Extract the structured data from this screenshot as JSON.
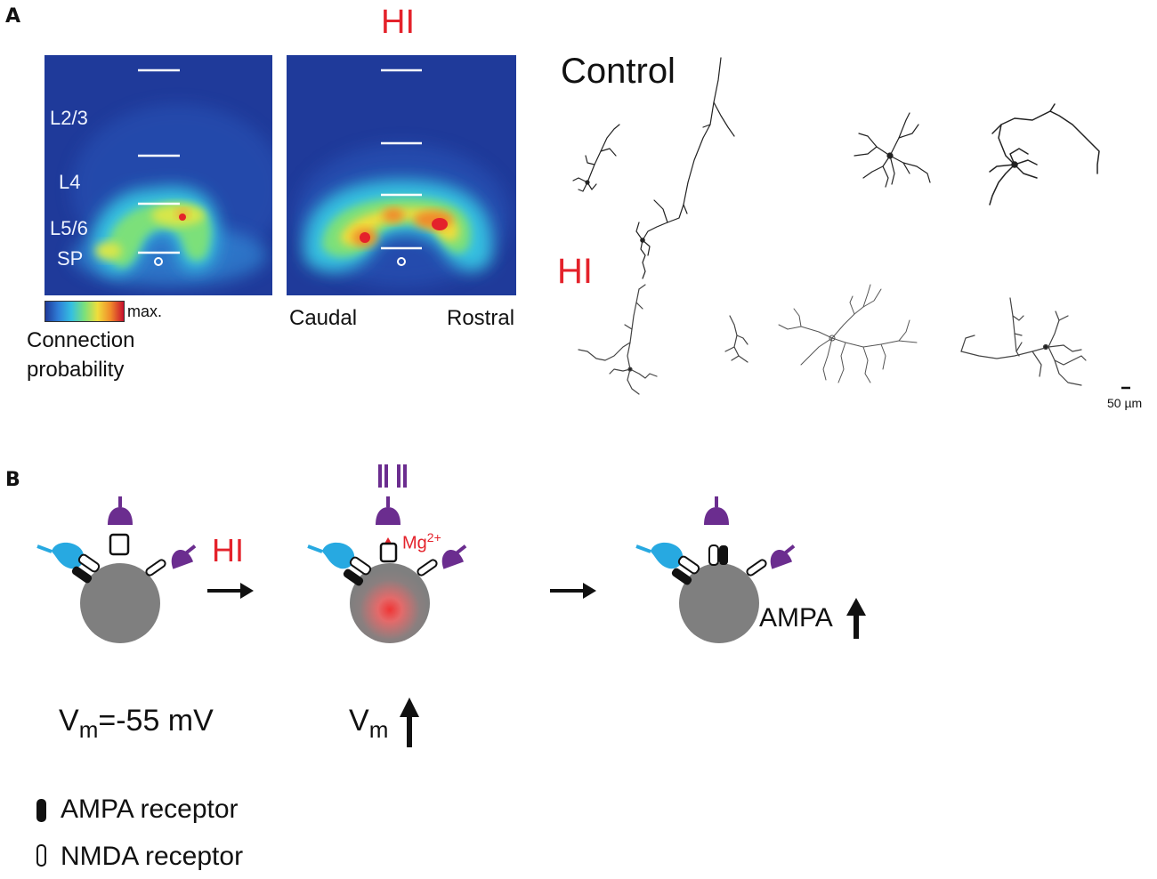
{
  "panel_a": {
    "letter": "A",
    "hi_title": "HI",
    "layers": [
      "L2/3",
      "L4",
      "L5/6",
      "SP"
    ],
    "colorbar_max": "max.",
    "colorbar_caption_line1": "Connection",
    "colorbar_caption_line2": "probability",
    "axis_left": "Caudal",
    "axis_right": "Rostral",
    "control_label": "Control",
    "hi_label": "HI",
    "scalebar_label": "50 µm"
  },
  "panel_b": {
    "letter": "B",
    "hi_label": "HI",
    "mg_label": "Mg",
    "mg_charge": "2+",
    "ampa_label": "AMPA",
    "vm_rest_main": "V",
    "vm_rest_sub": "m",
    "vm_rest_value": "=-55 mV",
    "vm_up_main": "V",
    "vm_up_sub": "m",
    "legend_ampa": "AMPA receptor",
    "legend_nmda": "NMDA receptor"
  },
  "colors": {
    "red": "#e4222b",
    "purple": "#6b2d8f",
    "cyan": "#27a9e1",
    "soma": "#7f7f7f",
    "map_bg": "#1f3a9a"
  }
}
